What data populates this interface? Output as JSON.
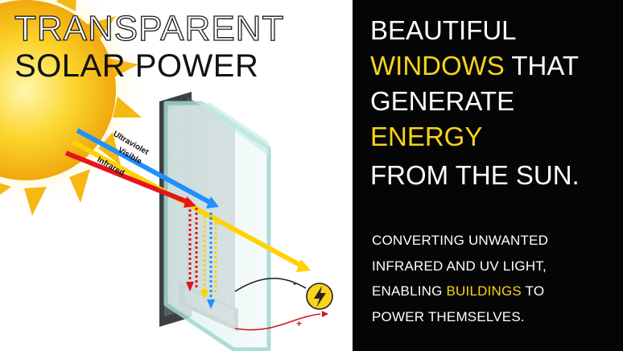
{
  "title": {
    "line1": "TRANSPARENT",
    "line2": "SOLAR POWER"
  },
  "illustration": {
    "spectrum_labels": [
      "Ultraviolet",
      "Visible",
      "Infrared"
    ],
    "minus_sign": "-",
    "plus_sign": "+",
    "colors": {
      "sun": "#f6c21c",
      "ultraviolet": "#1e90ff",
      "visible": "#ffd200",
      "infrared": "#e3151b",
      "glass": "#9fd7d1",
      "frame": "#555b5e",
      "wire_negative": "#1a1a1a",
      "wire_positive": "#d5141a"
    }
  },
  "headline": {
    "line1": "BEAUTIFUL",
    "line2_highlight": "WINDOWS",
    "line2_rest": " THAT",
    "line3": "GENERATE",
    "line4_highlight": "ENERGY",
    "line5": "FROM THE SUN."
  },
  "body": {
    "line1": "CONVERTING UNWANTED",
    "line2": "INFRARED AND UV LIGHT,",
    "line3_pre": "ENABLING ",
    "line3_highlight": "BUILDINGS",
    "line3_post": " TO",
    "line4": "POWER THEMSELVES."
  },
  "colors": {
    "background_dark": "#050505",
    "highlight": "#f7d417",
    "text_light": "#ffffff"
  }
}
